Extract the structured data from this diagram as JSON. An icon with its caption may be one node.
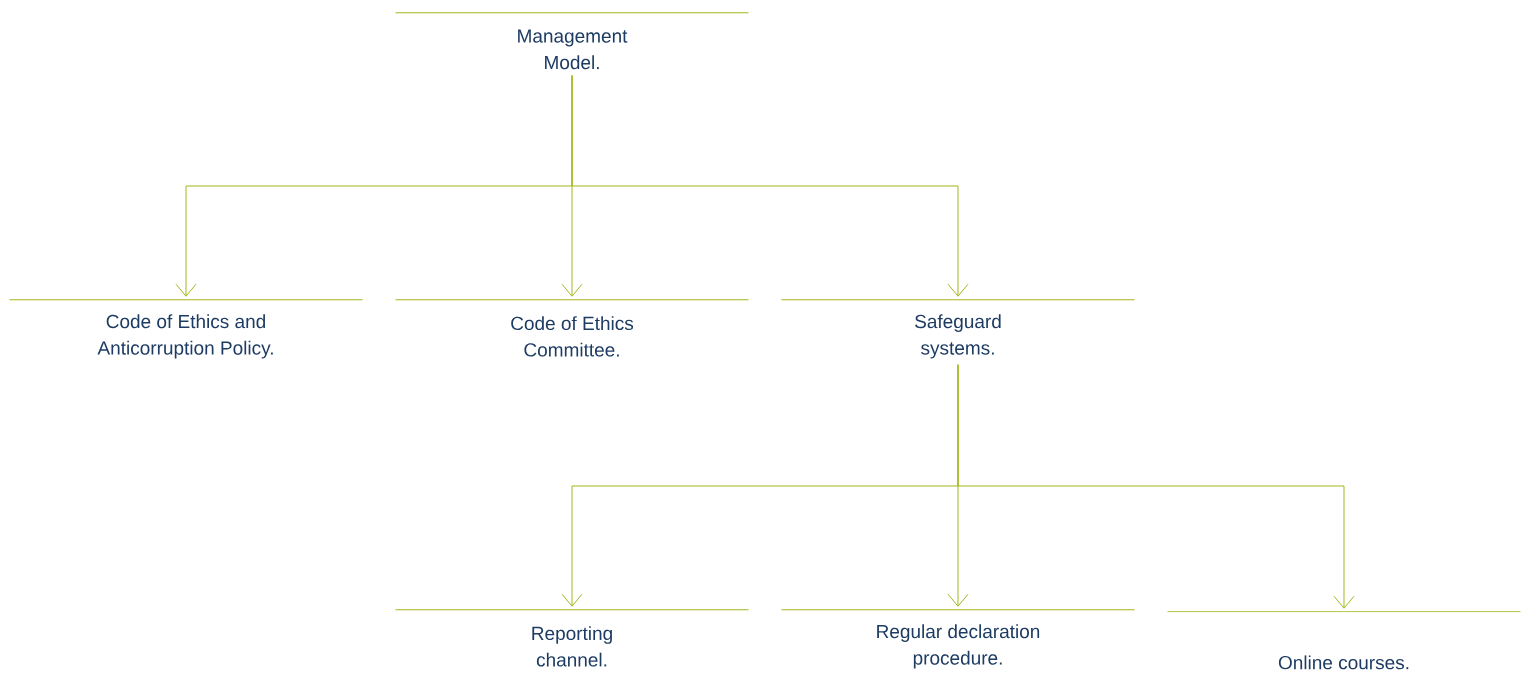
{
  "diagram": {
    "nodes": [
      {
        "text": [
          "Management Model."
        ]
      },
      {
        "text": [
          "Code of Ethics and Anticorruption Policy."
        ]
      },
      {
        "text": [
          "Code of Ethics Committee."
        ]
      },
      {
        "text": [
          "Safeguard systems."
        ]
      },
      {
        "text": [
          "Reporting channel."
        ]
      },
      {
        "text": [
          "Regular declaration procedure."
        ]
      },
      {
        "text": [
          "Online courses."
        ]
      }
    ],
    "edges": [
      {
        "from": 0,
        "to": 1,
        "arrow": "to"
      },
      {
        "from": 0,
        "to": 2,
        "arrow": "to"
      },
      {
        "from": 0,
        "to": 3,
        "arrow": "to"
      },
      {
        "from": 3,
        "to": 4,
        "arrow": "to"
      },
      {
        "from": 3,
        "to": 5,
        "arrow": "to"
      },
      {
        "from": 3,
        "to": 6,
        "arrow": "to"
      }
    ]
  }
}
